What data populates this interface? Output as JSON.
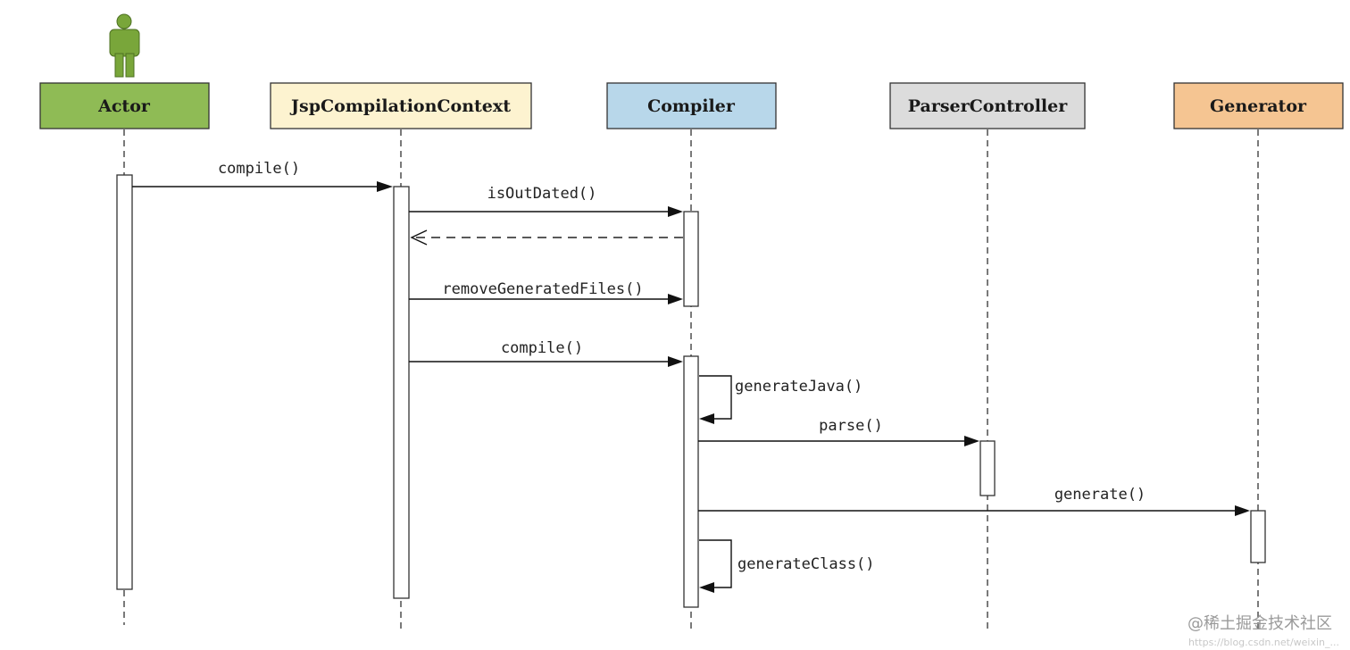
{
  "participants": [
    {
      "key": "actor",
      "label": "Actor",
      "fill": "#8fbb55"
    },
    {
      "key": "context",
      "label": "JspCompilationContext",
      "fill": "#fdf3d0"
    },
    {
      "key": "compiler",
      "label": "Compiler",
      "fill": "#b8d7ea"
    },
    {
      "key": "parser",
      "label": "ParserController",
      "fill": "#dcdcdc"
    },
    {
      "key": "generator",
      "label": "Generator",
      "fill": "#f5c592"
    }
  ],
  "messages": {
    "m1": "compile()",
    "m2": "isOutDated()",
    "m3": "removeGeneratedFiles()",
    "m4": "compile()",
    "m5": "generateJava()",
    "m6": "parse()",
    "m7": "generate()",
    "m8": "generateClass()"
  },
  "colors": {
    "actor_icon": "#79a63a",
    "actor_icon_stroke": "#4d7022"
  },
  "watermark": "@稀土掘金技术社区",
  "watermark_url": "https://blog.csdn.net/weixin_..."
}
